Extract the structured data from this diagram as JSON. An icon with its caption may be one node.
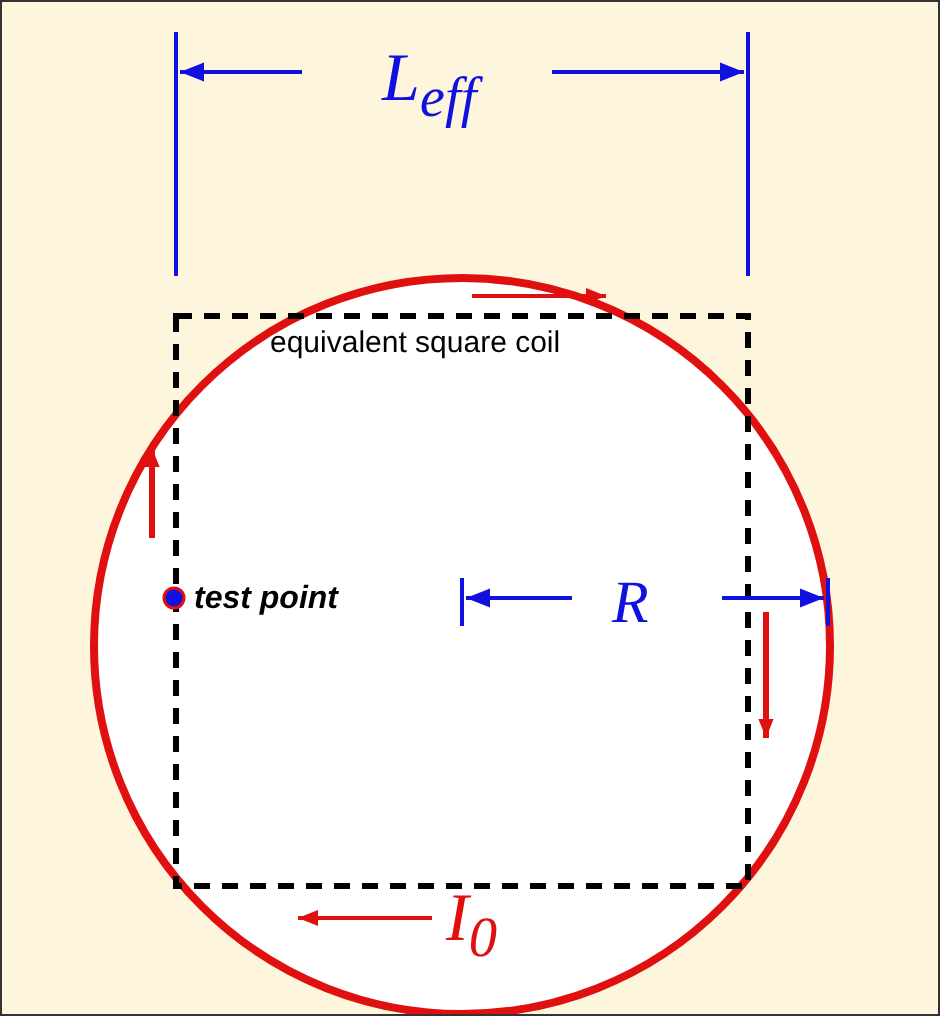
{
  "diagram": {
    "labels": [
      "L$_{eff}$",
      "equivalent square coil",
      "test point",
      "R",
      "I$_{0}$"
    ]
  }
}
